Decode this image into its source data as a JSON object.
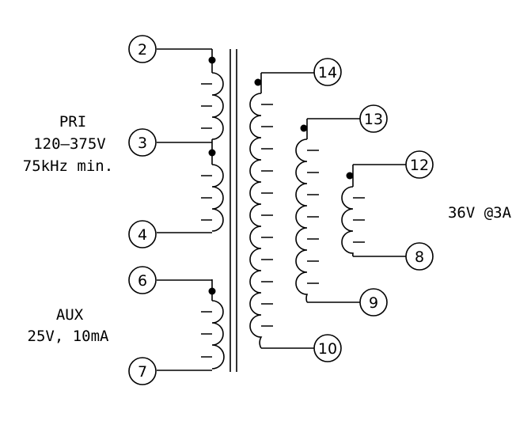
{
  "labels": {
    "primary": [
      "PRI",
      "120–375V",
      "75kHz min."
    ],
    "aux": [
      "AUX",
      "25V, 10mA"
    ],
    "output": "36V @3A"
  },
  "pins": {
    "p2": "2",
    "p3": "3",
    "p4": "4",
    "p6": "6",
    "p7": "7",
    "p14": "14",
    "p13": "13",
    "p12": "12",
    "p8": "8",
    "p9": "9",
    "p10": "10"
  },
  "colors": {
    "line": "#000000",
    "background": "#ffffff"
  }
}
